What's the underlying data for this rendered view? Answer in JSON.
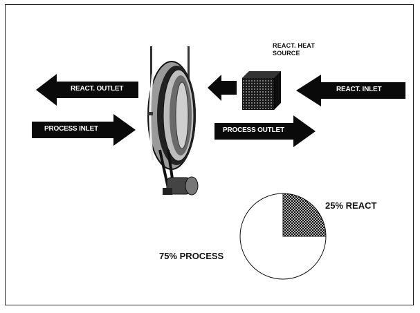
{
  "arrows": {
    "react_outlet": "REACT. OUTLET",
    "process_inlet": "PROCESS INLET",
    "process_outlet": "PROCESS OUTLET",
    "react_inlet": "REACT. INLET"
  },
  "heat_source": {
    "line1": "REACT. HEAT",
    "line2": "SOURCE"
  },
  "colors": {
    "arrow_fill": "#0a0a0a",
    "frame": "#222222"
  },
  "chart_data": {
    "type": "pie",
    "title": "",
    "labels": [
      "75% PROCESS",
      "25% REACT"
    ],
    "categories": [
      "PROCESS",
      "REACT"
    ],
    "values": [
      75,
      25
    ],
    "unit": "%",
    "styles": [
      "white",
      "crosshatch"
    ]
  }
}
